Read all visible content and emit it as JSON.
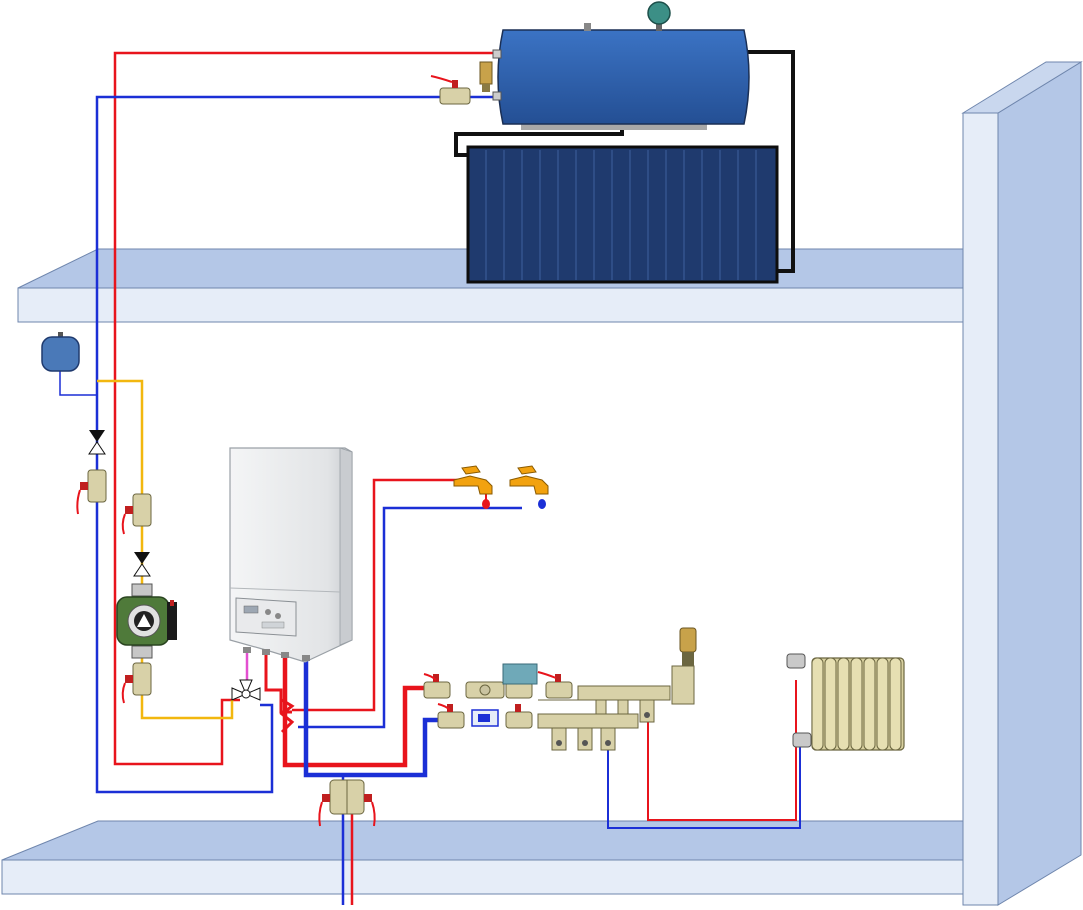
{
  "diagram": {
    "description_text": "",
    "colors": {
      "hot_pipe": "#e8141c",
      "cold_pipe": "#1b2fd6",
      "loop_pipe": "#f2b70f",
      "black_pipe": "#111111",
      "pink_pipe": "#e34fd0",
      "slab_top": "#b4c7e7",
      "slab_front": "#e6edf8",
      "wall_front": "#e6edf8",
      "wall_side": "#b4c7e7",
      "tank": "#2f63b0",
      "collector": "#1f3a6e",
      "valve_body": "#d8d1a8",
      "radiator": "#d8d0a0",
      "boiler": "#eceeef",
      "expansion_vessel": "#4a79b8",
      "pump": "#4f7a3a"
    },
    "components": [
      {
        "name": "storage-tank",
        "icon": "horizontal-tank"
      },
      {
        "name": "solar-collector",
        "icon": "solar-panel"
      },
      {
        "name": "expansion-vessel",
        "icon": "vessel"
      },
      {
        "name": "circulation-pump",
        "icon": "pump"
      },
      {
        "name": "wall-boiler",
        "icon": "boiler"
      },
      {
        "name": "three-way-valve",
        "icon": "valve"
      },
      {
        "name": "hot-tap",
        "icon": "faucet"
      },
      {
        "name": "cold-tap",
        "icon": "faucet"
      },
      {
        "name": "heating-manifold",
        "icon": "manifold"
      },
      {
        "name": "air-vent",
        "icon": "air-vent"
      },
      {
        "name": "radiator",
        "icon": "radiator"
      },
      {
        "name": "ball-valve",
        "icon": "ball-valve"
      }
    ]
  }
}
